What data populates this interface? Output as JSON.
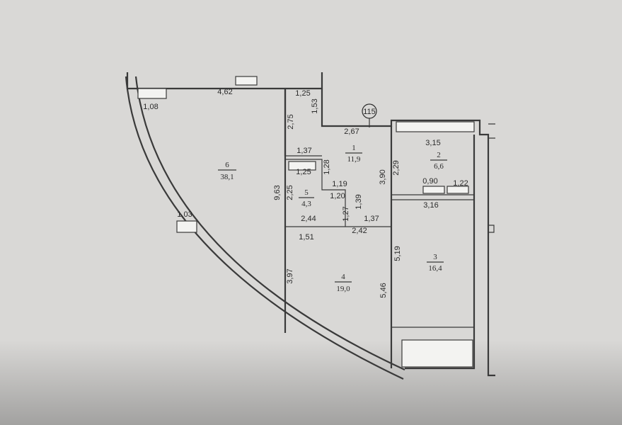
{
  "plan": {
    "rooms": [
      {
        "id": "room-1",
        "number": "1",
        "area": "11,9"
      },
      {
        "id": "room-2",
        "number": "2",
        "area": "6,6"
      },
      {
        "id": "room-3",
        "number": "3",
        "area": "16,4"
      },
      {
        "id": "room-4",
        "number": "4",
        "area": "19,0"
      },
      {
        "id": "room-5",
        "number": "5",
        "area": "4,3"
      },
      {
        "id": "room-6",
        "number": "6",
        "area": "38,1"
      }
    ],
    "dimensions": {
      "d_462": "4,62",
      "d_108": "1,08",
      "d_125_top": "1,25",
      "d_153": "1,53",
      "d_275": "2,75",
      "d_267": "2,67",
      "d_137_a": "1,37",
      "d_128": "1,28",
      "d_125_mid": "1,25",
      "d_963": "9,63",
      "d_225": "2,25",
      "d_119": "1,19",
      "d_120": "1,20",
      "d_139": "1,39",
      "d_127": "1,27",
      "d_244": "2,44",
      "d_137_b": "1,37",
      "d_390": "3,90",
      "d_229": "2,29",
      "d_315": "3,15",
      "d_090": "0,90",
      "d_122": "1,22",
      "d_316": "3,16",
      "d_103": "1,03",
      "d_151": "1,51",
      "d_242": "2,42",
      "d_397": "3,97",
      "d_546": "5,46",
      "d_519": "5,19"
    },
    "marker": "115"
  }
}
